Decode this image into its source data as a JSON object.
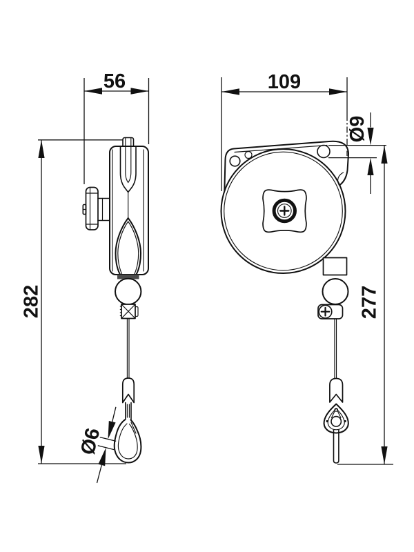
{
  "drawing": {
    "type": "technical-drawing-2-views",
    "background": "#ffffff",
    "line_color": "#111111",
    "views": {
      "side": "side-view",
      "front": "front-view"
    },
    "dimensions": {
      "side_width": "56",
      "front_width": "109",
      "mount_hole_diameter": "Ø9",
      "side_height": "282",
      "front_height": "277",
      "hook_diameter": "Ø6"
    }
  }
}
